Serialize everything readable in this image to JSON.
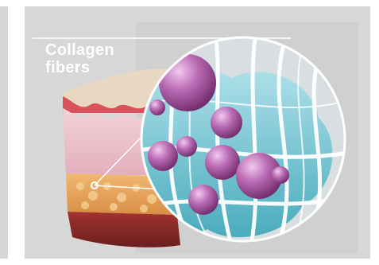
{
  "label": {
    "line1": "Collagen",
    "line2": "fibers"
  },
  "colors": {
    "panel_background": "#d7d7d7",
    "label_text": "#ffffff",
    "dermis": "#e9c3cf",
    "fat_layer": "#e7a15b",
    "muscle": "#8a2a2a",
    "sphere": "#b05aa8",
    "fluid": "#6ec7d6"
  },
  "icons": [
    "magnifier-circle",
    "skin-cross-section"
  ]
}
